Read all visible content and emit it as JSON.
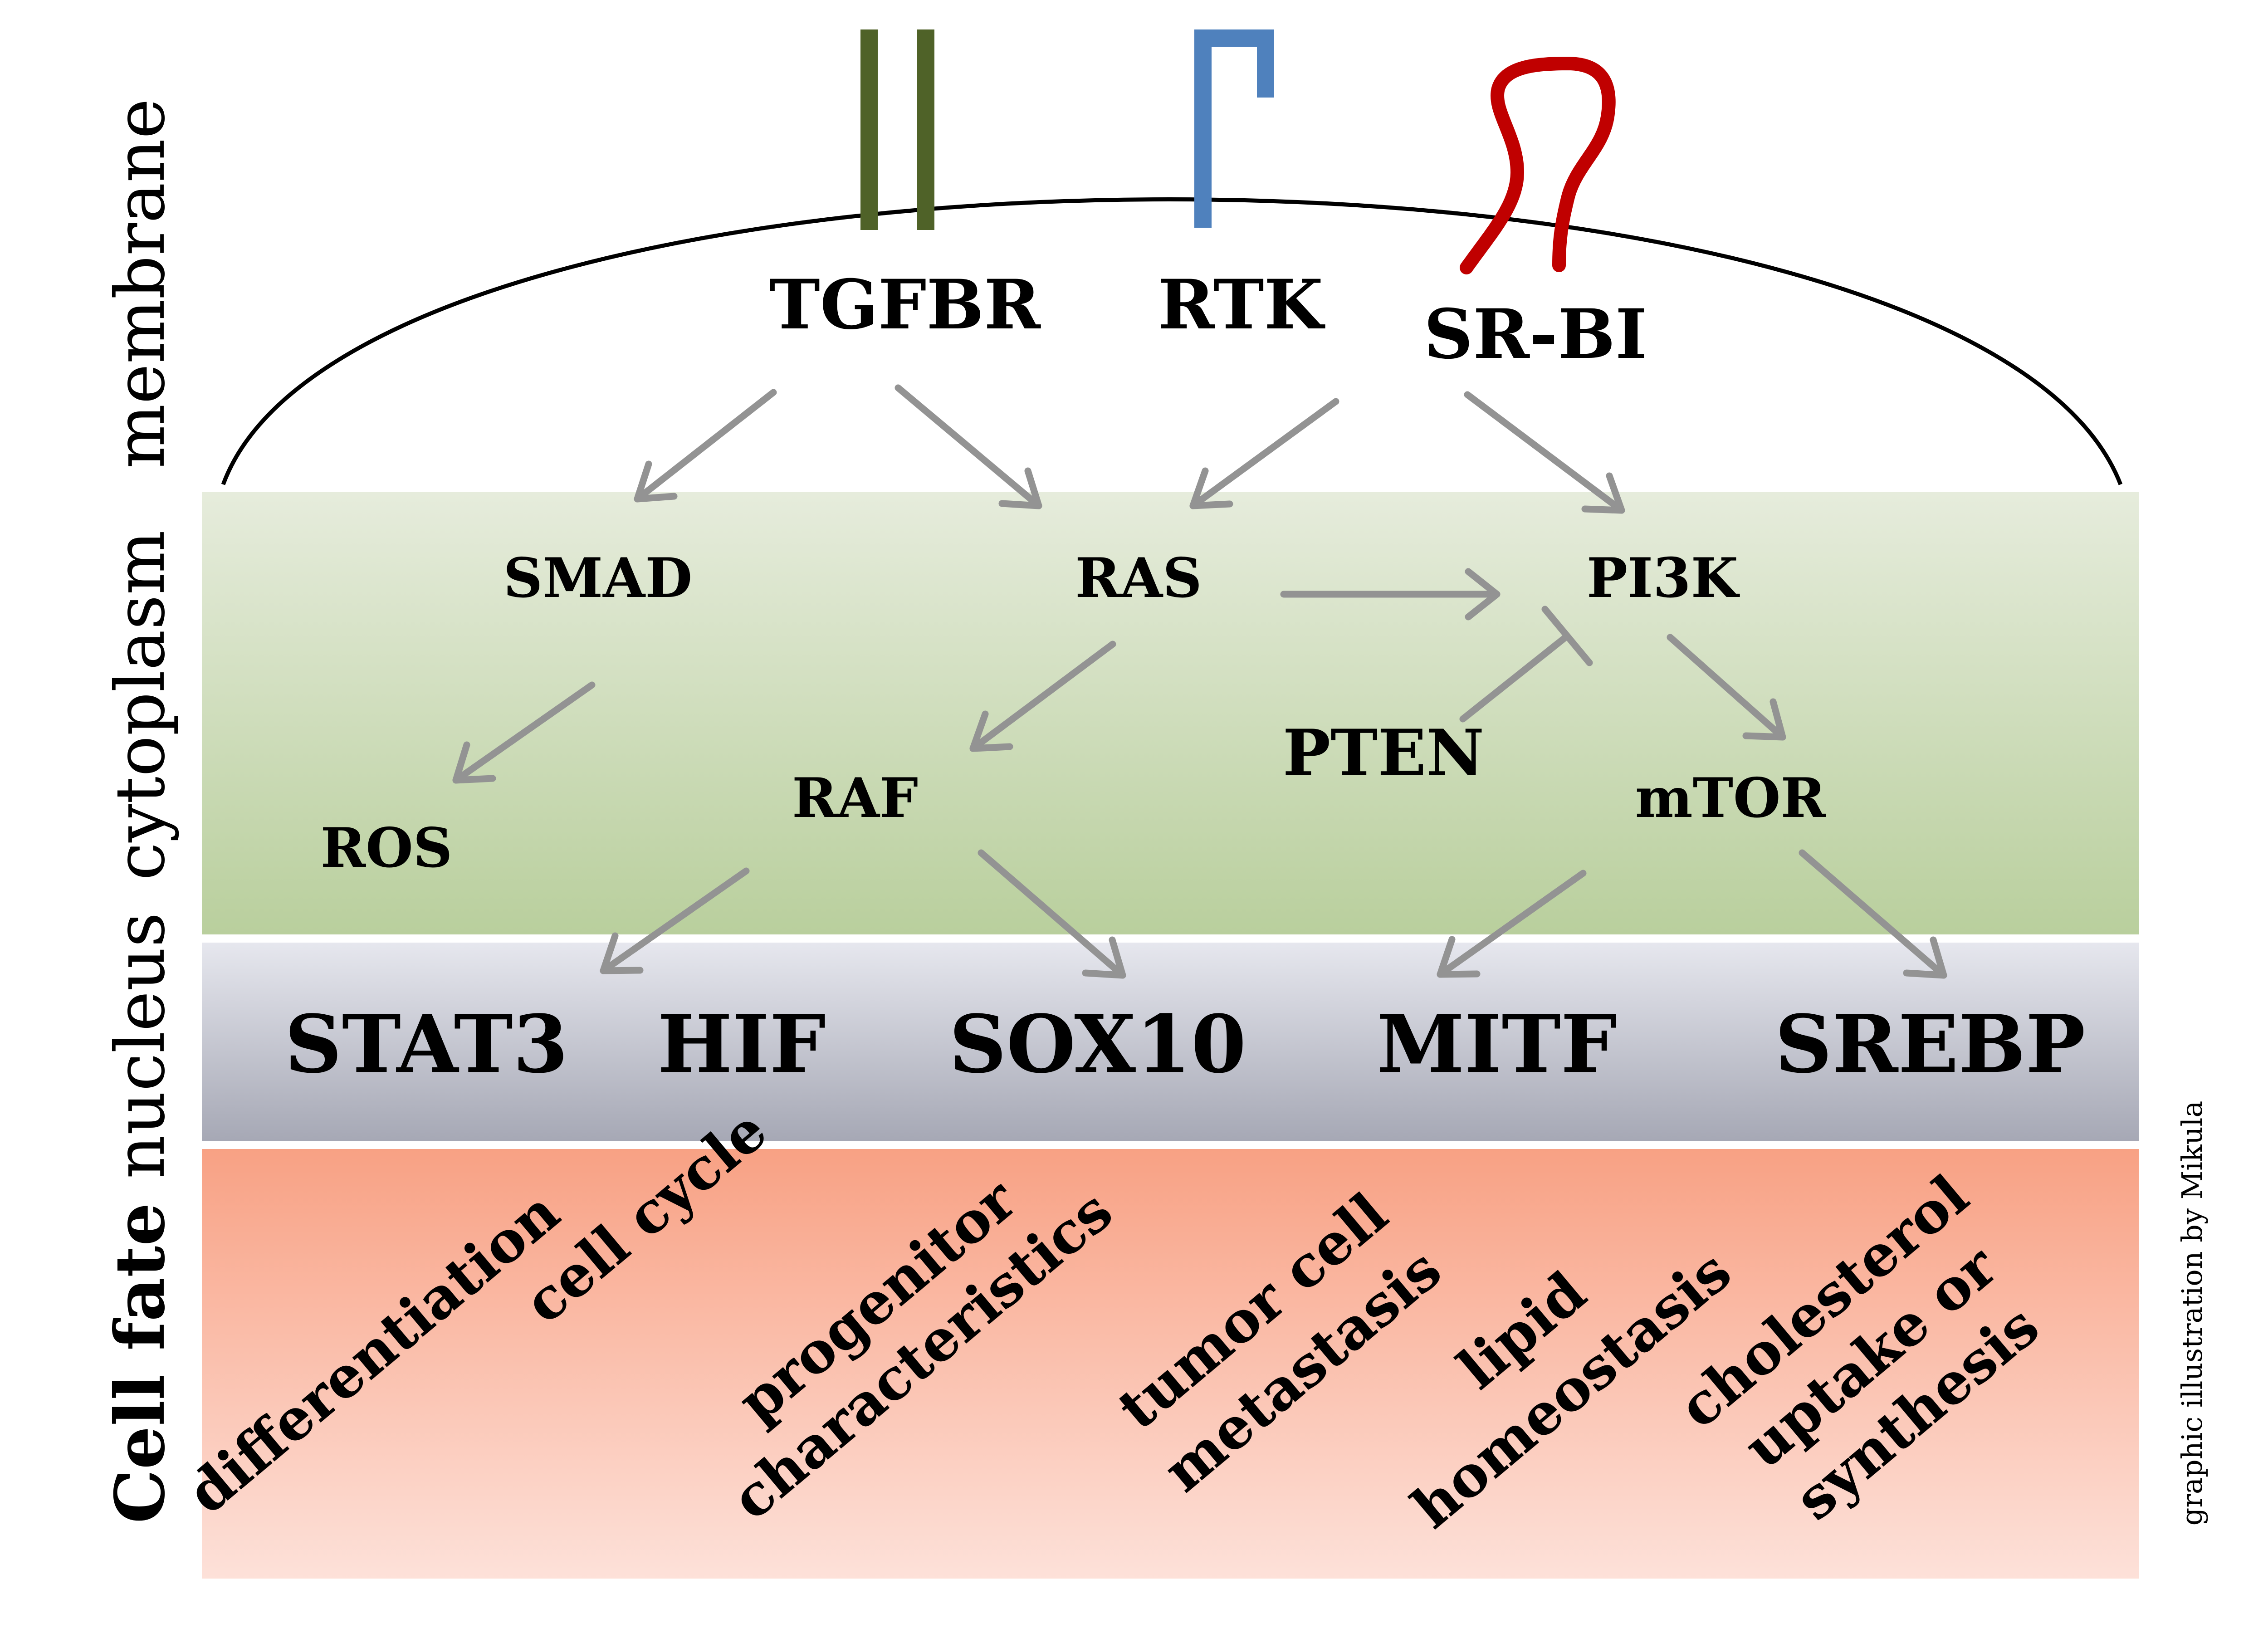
{
  "lanes": {
    "membrane": "membrane",
    "cytoplasm": "cytoplasm",
    "nucleus": "nucleus",
    "cell_fate": "Cell fate"
  },
  "receptors": {
    "tgfbr": "TGFBR",
    "rtk": "RTK",
    "srbi": "SR-BI"
  },
  "cytoplasm_nodes": {
    "smad": "SMAD",
    "ras": "RAS",
    "pi3k": "PI3K",
    "ros": "ROS",
    "raf": "RAF",
    "pten": "PTEN",
    "mtor": "mTOR"
  },
  "nucleus_factors": {
    "stat3": "STAT3",
    "hif": "HIF",
    "sox10": "SOX10",
    "mitf": "MITF",
    "srebp": "SREBP"
  },
  "cell_fates": {
    "differentiation": "differentiation",
    "cell_cycle": "cell cycle",
    "progenitor_1": "progenitor",
    "progenitor_2": "characteristics",
    "metastasis_1": "tumor cell",
    "metastasis_2": "metastasis",
    "lipid_1": "lipid",
    "lipid_2": "homeostasis",
    "cholesterol_1": "cholesterol",
    "cholesterol_2": "uptake or",
    "cholesterol_3": "synthesis"
  },
  "credit": "graphic illustration by Mikula",
  "colors": {
    "tgfbr_receptor": "#4f6228",
    "rtk_receptor": "#4f81bd",
    "srbi_receptor": "#c00000",
    "arrow": "#939393",
    "cytoplasm_top": "#e6ecdc",
    "cytoplasm_bottom": "#b9cf9d",
    "nucleus_top": "#e6e7ee",
    "nucleus_bottom": "#a6a8b5",
    "fate_top": "#f8a184",
    "fate_bottom": "#fde1d9"
  }
}
